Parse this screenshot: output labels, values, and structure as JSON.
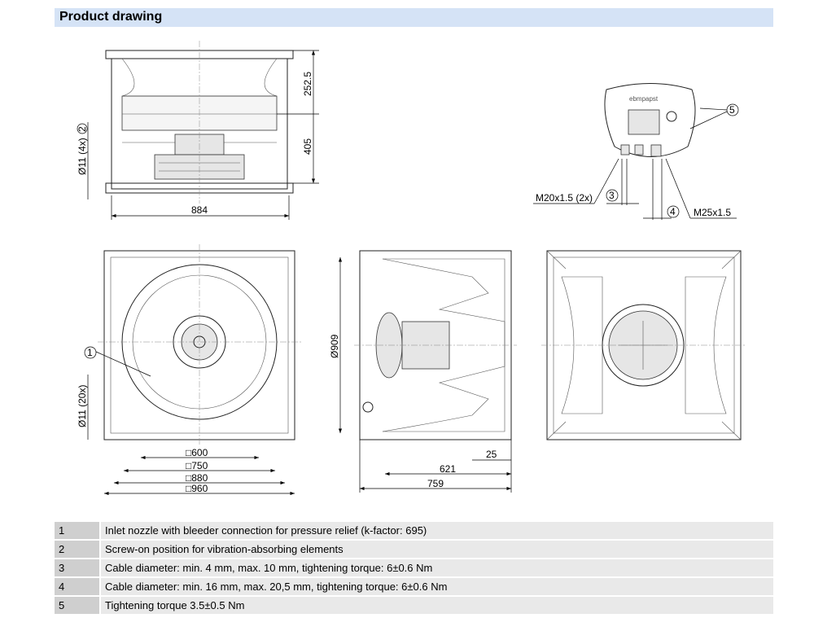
{
  "header": {
    "title": "Product drawing"
  },
  "drawing": {
    "top_view": {
      "height_upper": "252.5",
      "height_lower": "405",
      "hole_label": "Ø11 (4x)",
      "callout_2": "2",
      "width": "884"
    },
    "front_view": {
      "callout_1": "1",
      "hole_label": "Ø11 (20x)",
      "sq600": "□600",
      "sq750": "□750",
      "sq880": "□880",
      "sq960": "□960"
    },
    "side_view": {
      "diameter": "Ø909",
      "d25": "25",
      "d621": "621",
      "d759": "759"
    },
    "electronics_view": {
      "callout_5": "5",
      "gland_small": "M20x1.5 (2x)",
      "callout_3": "3",
      "callout_4": "4",
      "gland_large": "M25x1.5",
      "logo": "ebmpapst"
    }
  },
  "legend": [
    {
      "num": "1",
      "text": "Inlet nozzle with bleeder connection for pressure relief (k-factor: 695)"
    },
    {
      "num": "2",
      "text": "Screw-on position for vibration-absorbing elements"
    },
    {
      "num": "3",
      "text": "Cable diameter: min. 4 mm, max. 10 mm, tightening torque: 6±0.6 Nm"
    },
    {
      "num": "4",
      "text": "Cable diameter: min. 16 mm, max. 20,5 mm, tightening torque: 6±0.6 Nm"
    },
    {
      "num": "5",
      "text": "Tightening torque 3.5±0.5 Nm"
    }
  ]
}
